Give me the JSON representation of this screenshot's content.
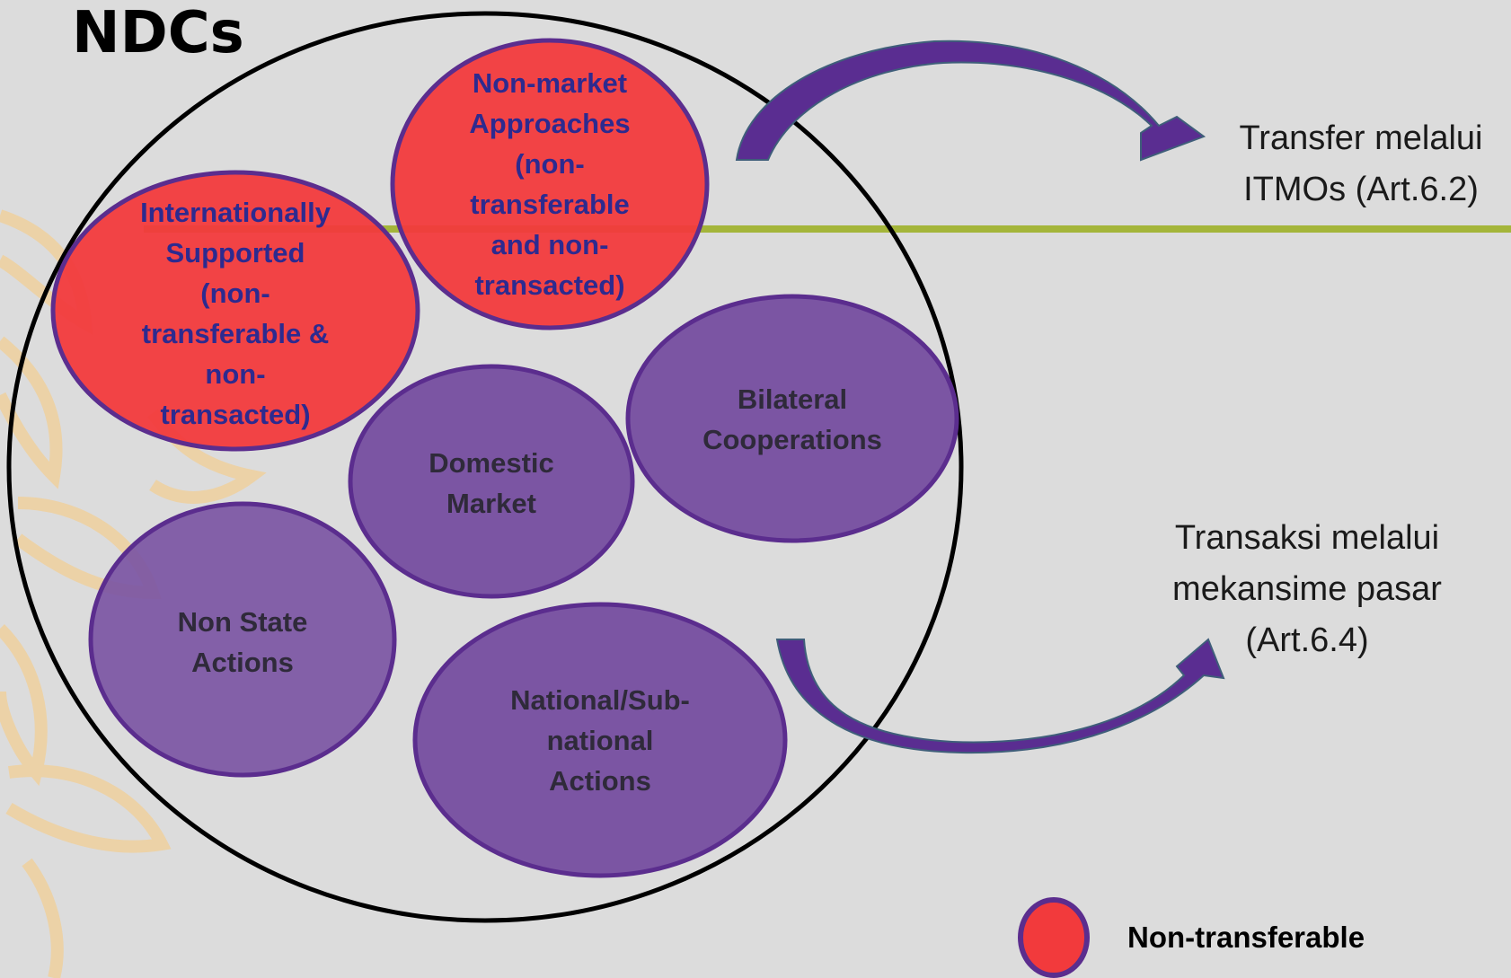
{
  "title": "NDCs",
  "colors": {
    "background": "#dcdcdc",
    "divider": "#a4b53a",
    "non_transferable_fill": "#f23a3c",
    "ellipse_stroke": "#5b2d8e",
    "purple_fill": "#7b55a3",
    "arrow_fill": "#5a2d91",
    "decor": "#f2cf96"
  },
  "ellipses": {
    "non_market": "Non-market\nApproaches\n(non-\ntransferable\nand non-\ntransacted)",
    "internationally_supported": "Internationally\nSupported\n(non-\ntransferable &\nnon-\ntransacted)",
    "bilateral": "Bilateral\nCooperations",
    "domestic": "Domestic\nMarket",
    "non_state": "Non State\nActions",
    "national": "National/Sub-\nnational\nActions"
  },
  "outcomes": {
    "transfer": "Transfer melalui\nITMOs (Art.6.2)",
    "transaksi": "Transaksi melalui\nmekansime pasar\n(Art.6.4)"
  },
  "legend": {
    "label": "Non-transferable"
  }
}
